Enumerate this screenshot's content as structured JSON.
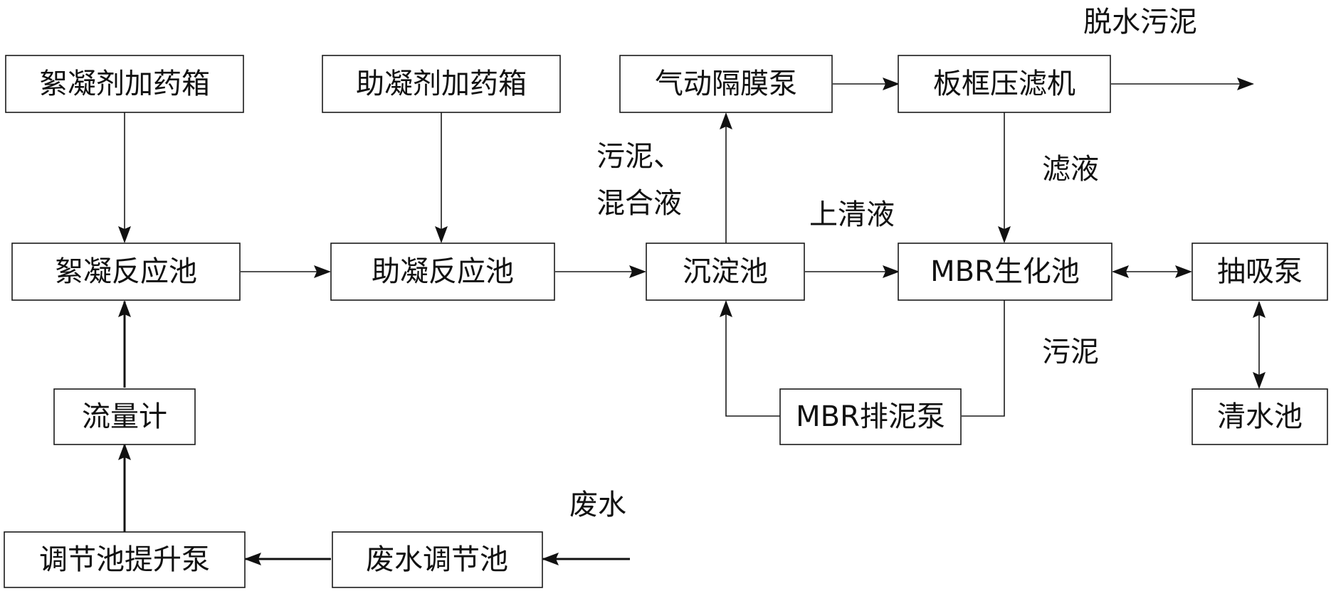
{
  "nodes": {
    "flocculant_tank": "絮凝剂加药箱",
    "coagulant_aid_tank": "助凝剂加药箱",
    "diaphragm_pump": "气动隔膜泵",
    "filter_press": "板框压滤机",
    "flocculation_tank": "絮凝反应池",
    "coagulation_tank": "助凝反应池",
    "sedimentation_tank": "沉淀池",
    "mbr_tank": "MBR生化池",
    "suction_pump": "抽吸泵",
    "flow_meter": "流量计",
    "mbr_sludge_pump": "MBR排泥泵",
    "clear_water_tank": "清水池",
    "lift_pump": "调节池提升泵",
    "equalization_tank": "废水调节池"
  },
  "labels": {
    "dewatered_sludge": "脱水污泥",
    "sludge_mixture_line1": "污泥、",
    "sludge_mixture_line2": "混合液",
    "supernatant": "上清液",
    "filtrate": "滤液",
    "sludge": "污泥",
    "wastewater": "废水"
  }
}
